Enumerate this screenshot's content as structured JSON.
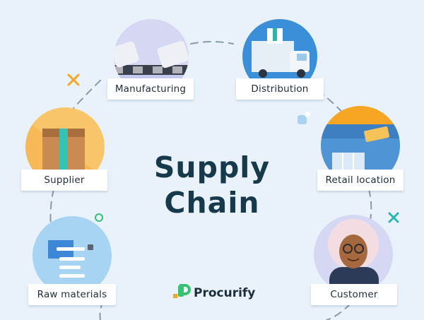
{
  "diagram": {
    "title_line1": "Supply",
    "title_line2": "Chain",
    "brand": "Procurify",
    "stages": [
      {
        "id": "manufacturing",
        "label": "Manufacturing"
      },
      {
        "id": "distribution",
        "label": "Distribution"
      },
      {
        "id": "retail",
        "label": "Retail location"
      },
      {
        "id": "customer",
        "label": "Customer"
      },
      {
        "id": "raw",
        "label": "Raw materials"
      },
      {
        "id": "supplier",
        "label": "Supplier"
      }
    ],
    "colors": {
      "background": "#e9f2fb",
      "title": "#163a4b",
      "brand_green": "#38c172",
      "accent_orange": "#f5a623",
      "accent_teal": "#2ab5b0",
      "dash_line": "#8a9aa8"
    },
    "icons": [
      "manufacturing-robot-arms-icon",
      "delivery-truck-icon",
      "storefront-icon",
      "customer-avatar-icon",
      "document-icon",
      "cardboard-box-icon",
      "procurify-logo-icon"
    ]
  }
}
